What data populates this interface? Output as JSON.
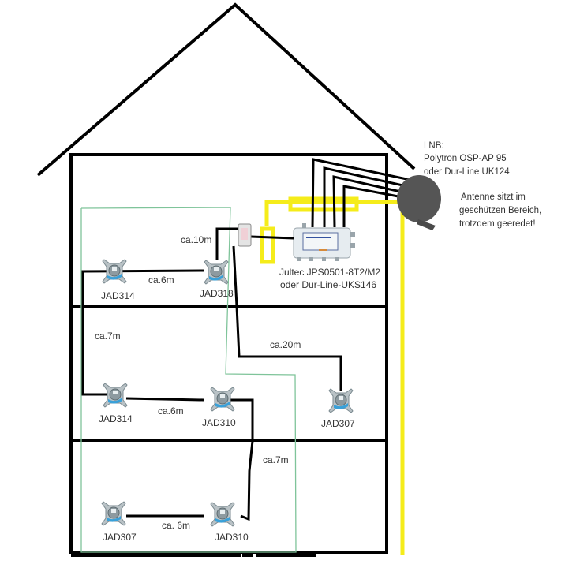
{
  "colors": {
    "wall": "#000000",
    "cable": "#000000",
    "ground_wire": "#f5ec1a",
    "boundary": "#7fc49a",
    "dish": "#555555",
    "socket_blue": "#3aa0d8",
    "socket_gray": "#b9c2c6"
  },
  "lnb": {
    "title": "LNB:",
    "model_1": "Polytron OSP-AP 95",
    "model_2": "oder Dur-Line UK124"
  },
  "antenna_note": {
    "line_1": "Antenne sitzt im",
    "line_2": "geschützen Bereich,",
    "line_3": "trotzdem geeredet!"
  },
  "multiswitch": {
    "model_1": "Jultec JPS0501-8T2/M2",
    "model_2": "oder Dur-Line-UKS146"
  },
  "sockets": [
    {
      "id": "s1",
      "label": "JAD314",
      "floor": "top"
    },
    {
      "id": "s2",
      "label": "JAD318",
      "floor": "top"
    },
    {
      "id": "s3",
      "label": "JAD314",
      "floor": "middle"
    },
    {
      "id": "s4",
      "label": "JAD310",
      "floor": "middle"
    },
    {
      "id": "s5",
      "label": "JAD307",
      "floor": "middle"
    },
    {
      "id": "s6",
      "label": "JAD307",
      "floor": "bottom"
    },
    {
      "id": "s7",
      "label": "JAD310",
      "floor": "bottom"
    }
  ],
  "distances": {
    "splitter_to_jad318": "ca.10m",
    "top_jad314_jad318": "ca.6m",
    "top_to_middle": "ca.7m",
    "to_jad307_middle": "ca.20m",
    "middle_jad314_jad310": "ca.6m",
    "middle_to_bottom": "ca.7m",
    "bottom_jad307_jad310": "ca. 6m"
  }
}
